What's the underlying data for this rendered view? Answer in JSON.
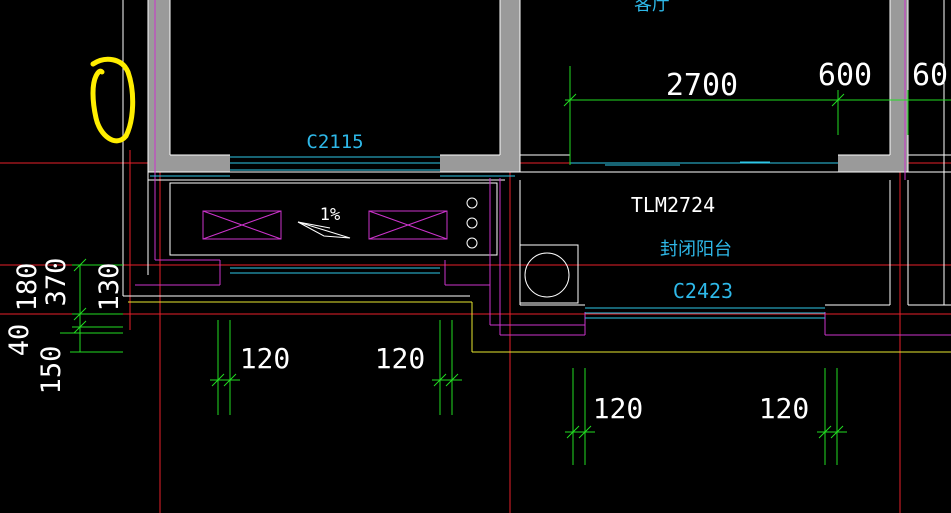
{
  "colors": {
    "background": "#000000",
    "axis": "#e8202a",
    "wall_outline": "#ffffff",
    "wall_fill": "#9a9a9a",
    "window": "#2ec8e8",
    "finish_line": "#cc33cc",
    "slab_edge": "#e8e830",
    "dimension": "#22dd22",
    "text_white": "#ffffff",
    "text_cyan": "#2eb8e8",
    "annotation_yellow": "#ffee00"
  },
  "labels": {
    "room_top": "客厅",
    "window_left": "C2115",
    "window_right": "C2423",
    "door": "TLM2724",
    "room_balcony": "封闭阳台",
    "slope": "1%"
  },
  "dimensions": {
    "top_span": "2700",
    "top_right_1": "600",
    "top_right_2": "60",
    "left_370": "370",
    "left_180": "180",
    "left_130": "130",
    "left_40": "40",
    "left_150": "150",
    "wall_a": "120",
    "wall_b": "120",
    "wall_c": "120",
    "wall_d": "120"
  }
}
